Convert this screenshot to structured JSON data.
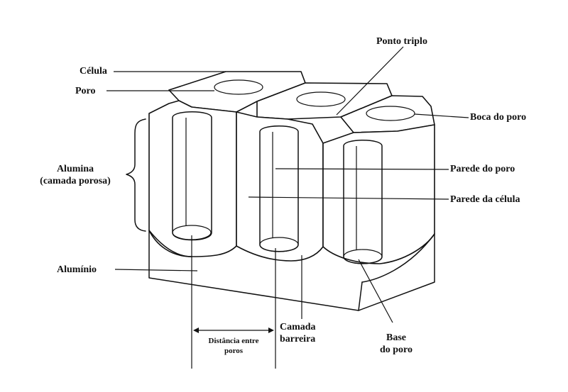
{
  "diagram": {
    "labels": {
      "celula": "Célula",
      "poro": "Poro",
      "ponto_triplo": "Ponto triplo",
      "boca_do_poro": "Boca do poro",
      "alumina_line1": "Alumina",
      "alumina_line2": "(camada porosa)",
      "parede_do_poro": "Parede do poro",
      "parede_da_celula": "Parede da célula",
      "aluminio": "Alumínio",
      "camada_line1": "Camada",
      "camada_line2": "barreira",
      "base_line1": "Base",
      "base_line2": "do poro",
      "distancia_line1": "Distância entre",
      "distancia_line2": "poros"
    }
  }
}
